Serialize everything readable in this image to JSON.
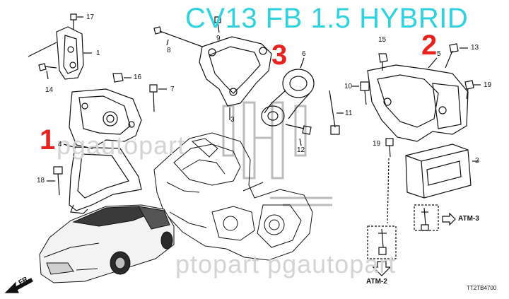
{
  "header": {
    "title": "CV13 FB 1.5 HYBRID"
  },
  "mounts": [
    {
      "id": "mount-1",
      "label": "1"
    },
    {
      "id": "mount-2",
      "label": "2"
    },
    {
      "id": "mount-3",
      "label": "3"
    }
  ],
  "callouts": [
    "1",
    "2",
    "3",
    "4",
    "5",
    "6",
    "7",
    "8",
    "9",
    "10",
    "11",
    "12",
    "13",
    "14",
    "15",
    "16",
    "17",
    "18",
    "19",
    "19",
    "19"
  ],
  "refs": {
    "atm3": "ATM-3",
    "atm2": "ATM-2",
    "fr": "FR."
  },
  "diagram_code": "TT2TB4700",
  "watermarks": [
    "pgautopart",
    "ptopart pgautopart"
  ],
  "colors": {
    "title": "#2fd2de",
    "mount_numbers": "#e8231f",
    "line": "#111111"
  }
}
